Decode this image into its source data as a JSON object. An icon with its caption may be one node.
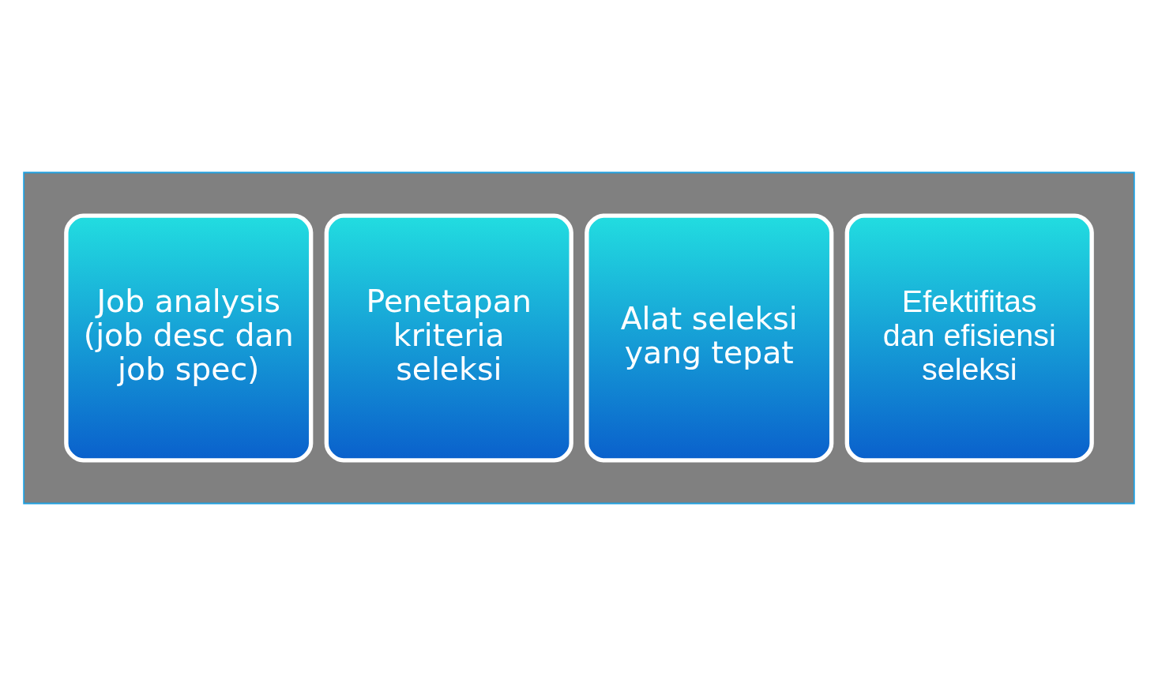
{
  "diagram": {
    "nodes": [
      {
        "text": [],
        "shape": "arrow"
      },
      {
        "text": [
          "Job analysis (job desc dan job spec)"
        ],
        "in": 0
      },
      {
        "text": [
          "Penetapan kriteria seleksi"
        ],
        "in": 0
      },
      {
        "text": [
          "Alat seleksi yang tepat"
        ],
        "in": 0
      },
      {
        "text": [
          "Efektifitas dan efisiensi seleksi"
        ],
        "in": 0
      }
    ]
  }
}
